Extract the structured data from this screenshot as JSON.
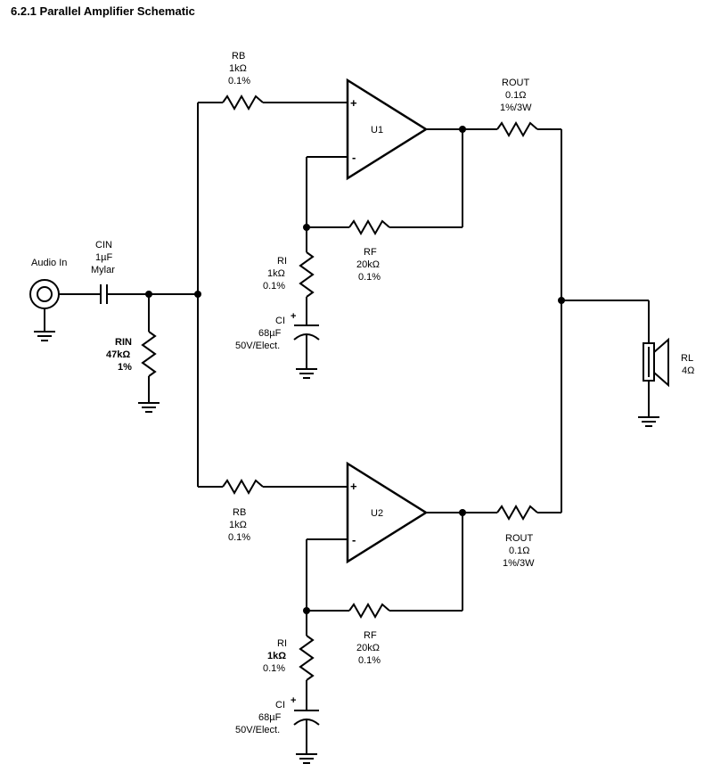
{
  "title": "6.2.1 Parallel Amplifier Schematic",
  "input": {
    "jack_label": "Audio In"
  },
  "cin": {
    "name": "CIN",
    "value": "1µF",
    "type": "Mylar"
  },
  "rin": {
    "name": "RIN",
    "value": "47kΩ",
    "tol": "1%"
  },
  "amp1": {
    "name": "U1",
    "plus": "+",
    "minus": "-",
    "rb": {
      "name": "RB",
      "value": "1kΩ",
      "tol": "0.1%"
    },
    "rf": {
      "name": "RF",
      "value": "20kΩ",
      "tol": "0.1%"
    },
    "ri": {
      "name": "RI",
      "value": "1kΩ",
      "tol": "0.1%"
    },
    "ci": {
      "name": "CI",
      "value": "68µF",
      "rating": "50V/Elect.",
      "pol": "+"
    },
    "rout": {
      "name": "ROUT",
      "value": "0.1Ω",
      "rating": "1%/3W"
    }
  },
  "amp2": {
    "name": "U2",
    "plus": "+",
    "minus": "-",
    "rb": {
      "name": "RB",
      "value": "1kΩ",
      "tol": "0.1%"
    },
    "rf": {
      "name": "RF",
      "value": "20kΩ",
      "tol": "0.1%"
    },
    "ri": {
      "name": "RI",
      "value": "1kΩ",
      "tol": "0.1%"
    },
    "ci": {
      "name": "CI",
      "value": "68µF",
      "rating": "50V/Elect.",
      "pol": "+"
    },
    "rout": {
      "name": "ROUT",
      "value": "0.1Ω",
      "rating": "1%/3W"
    }
  },
  "load": {
    "name": "RL",
    "value": "4Ω"
  }
}
